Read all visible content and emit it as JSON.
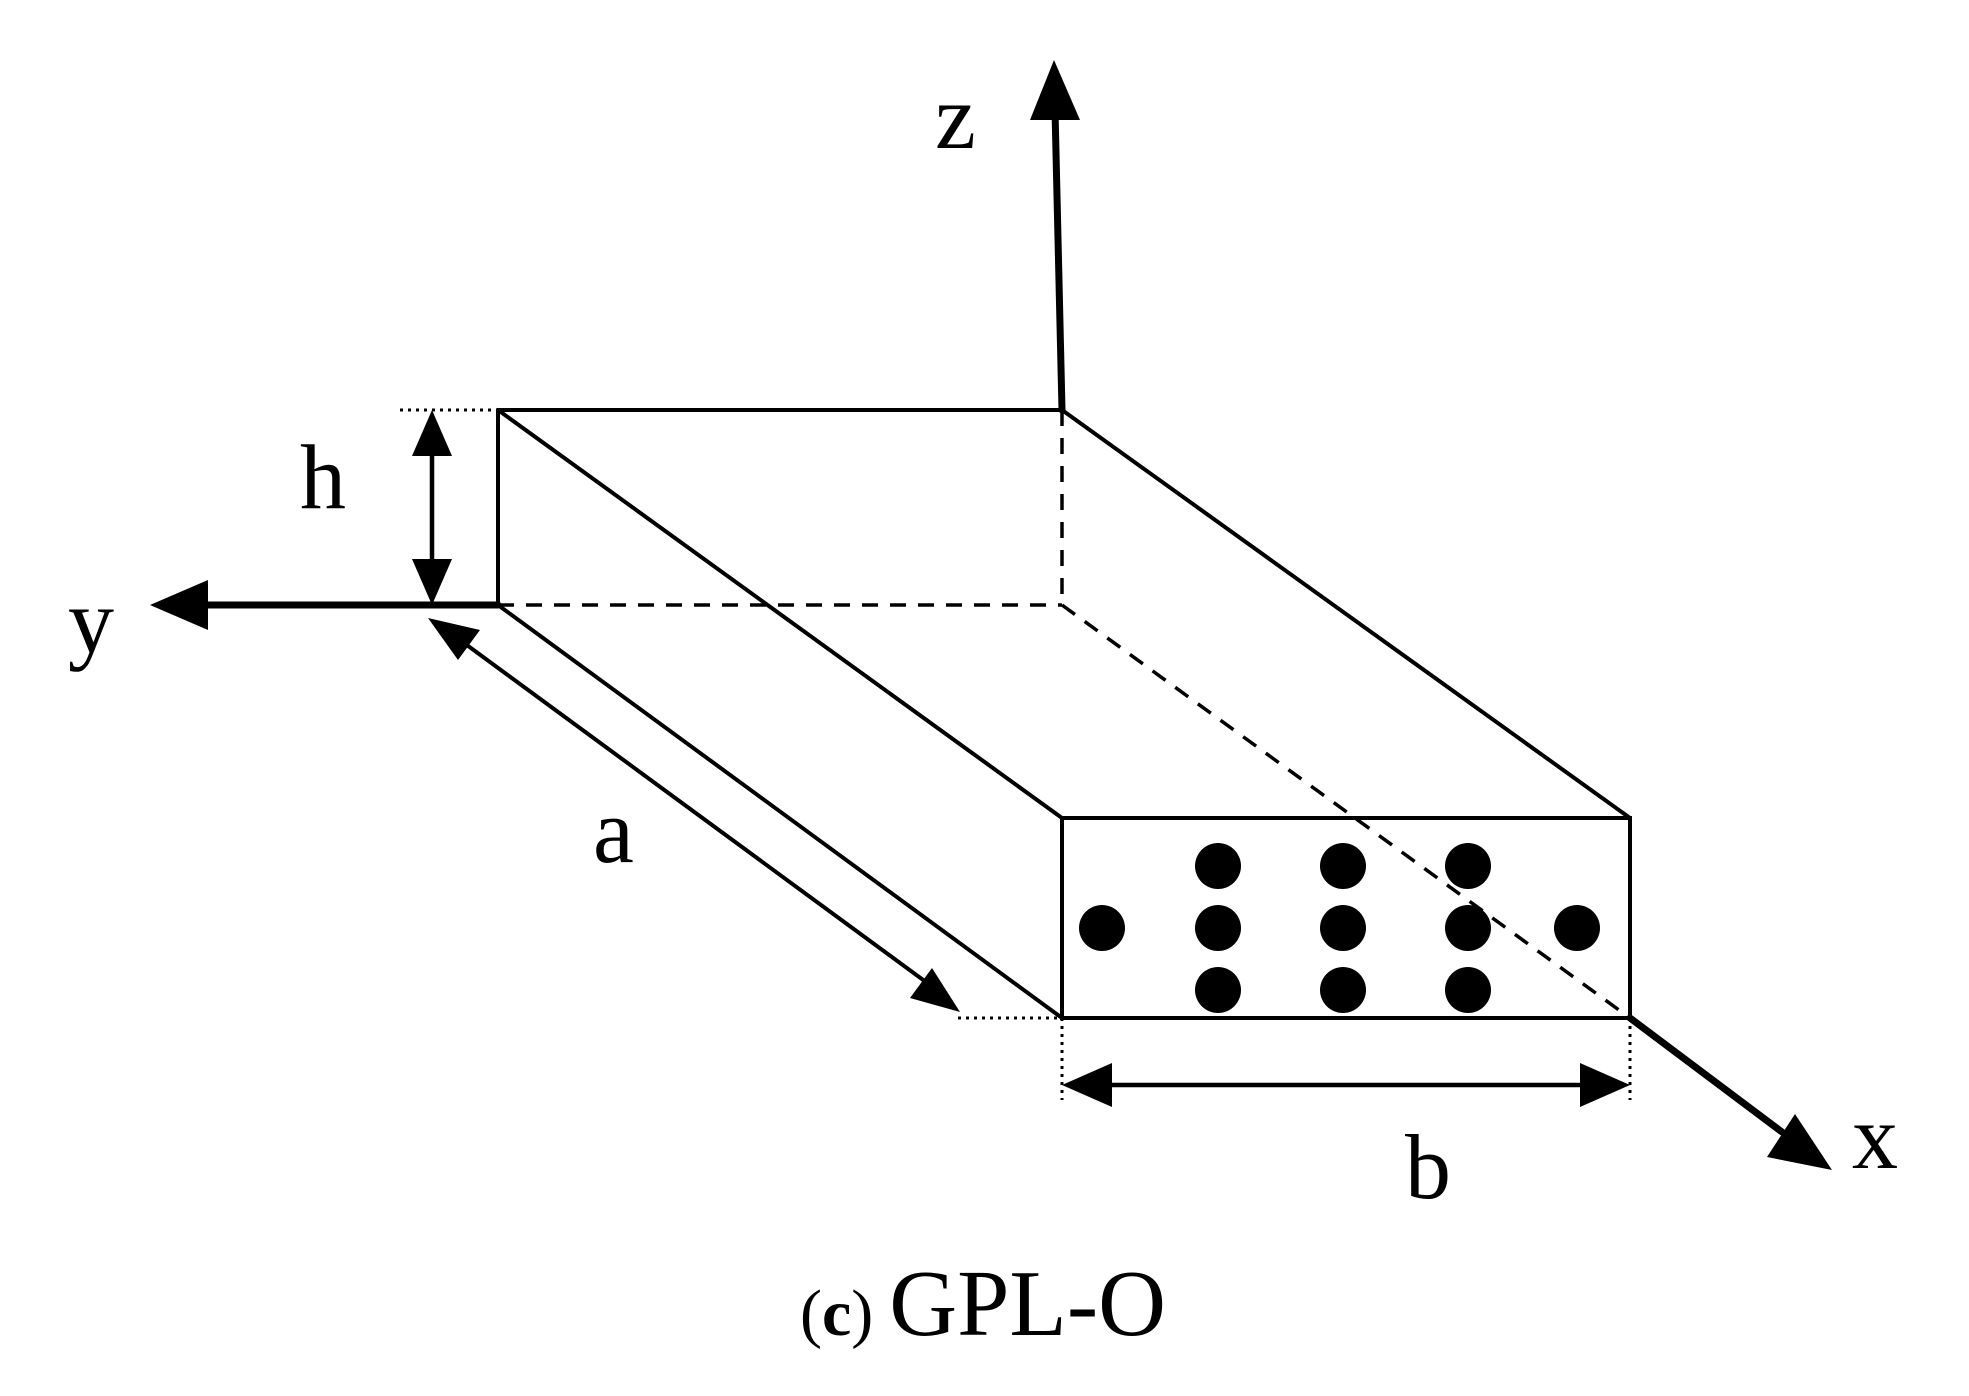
{
  "axes": {
    "x_label": "x",
    "y_label": "y",
    "z_label": "z"
  },
  "dimensions": {
    "a_label": "a",
    "b_label": "b",
    "h_label": "h"
  },
  "caption": {
    "open_paren": "(",
    "letter": "c",
    "close_paren": ")",
    "name": "GPL-O"
  },
  "gpl_distribution": {
    "pattern": "GPL-O",
    "column_counts": [
      1,
      3,
      3,
      3,
      1
    ]
  },
  "colors": {
    "ink": "#000000",
    "background": "#ffffff"
  }
}
